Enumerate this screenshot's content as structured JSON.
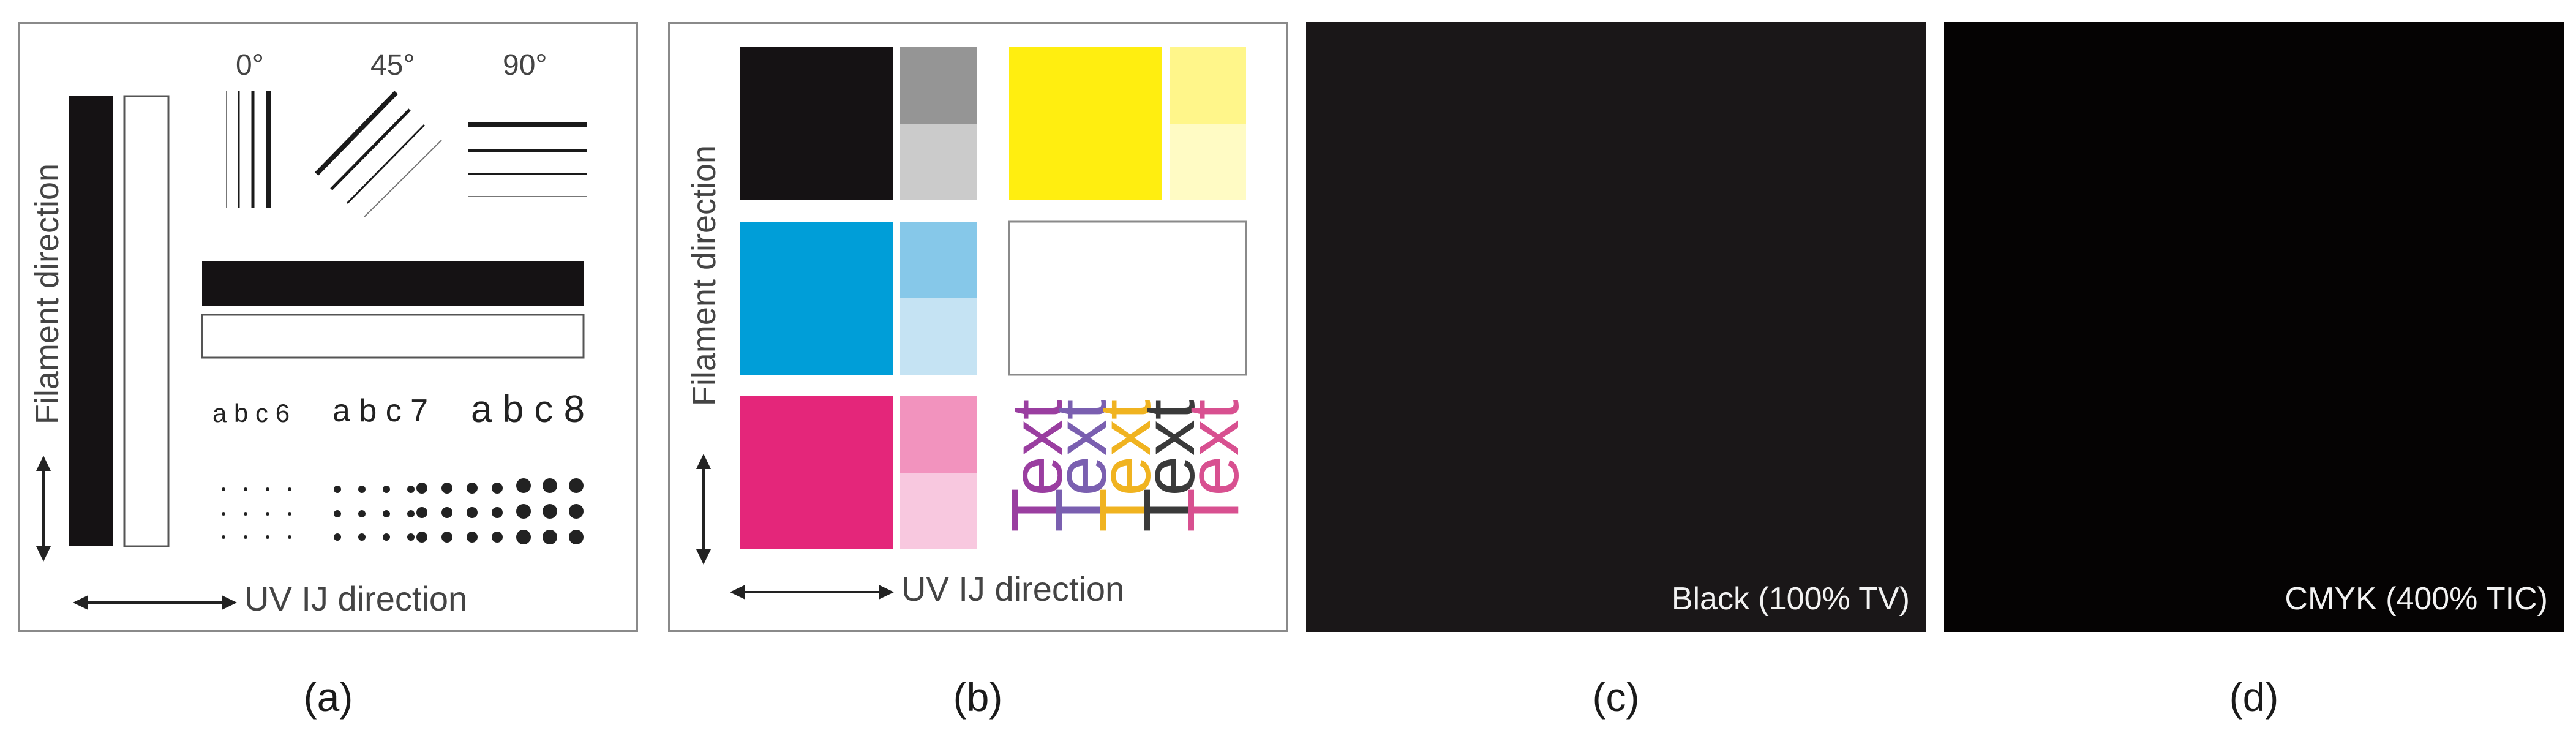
{
  "panel_a": {
    "filament_direction": "Filament direction",
    "uv_direction": "UV IJ direction",
    "angles": [
      "0°",
      "45°",
      "90°"
    ],
    "text_samples": [
      "a b c 6",
      "a b c 7",
      "a b c 8"
    ]
  },
  "panel_b": {
    "filament_direction": "Filament direction",
    "uv_direction": "UV IJ direction",
    "text_word": "Text",
    "colors": {
      "black": "#151214",
      "gray_dark": "#959595",
      "gray_light": "#cbcbcb",
      "yellow": "#ffee10",
      "yellow_mid": "#fff68a",
      "yellow_light": "#fffbc4",
      "cyan": "#009ed8",
      "cyan_mid": "#86c8e9",
      "cyan_light": "#c5e3f3",
      "magenta": "#e4267a",
      "magenta_mid": "#f293be",
      "magenta_light": "#f8c8df"
    }
  },
  "panel_c": {
    "label": "Black (100% TV)",
    "color": "#1a1718"
  },
  "panel_d": {
    "label": "CMYK (400% TIC)",
    "color": "#050303"
  },
  "captions": [
    "(a)",
    "(b)",
    "(c)",
    "(d)"
  ]
}
